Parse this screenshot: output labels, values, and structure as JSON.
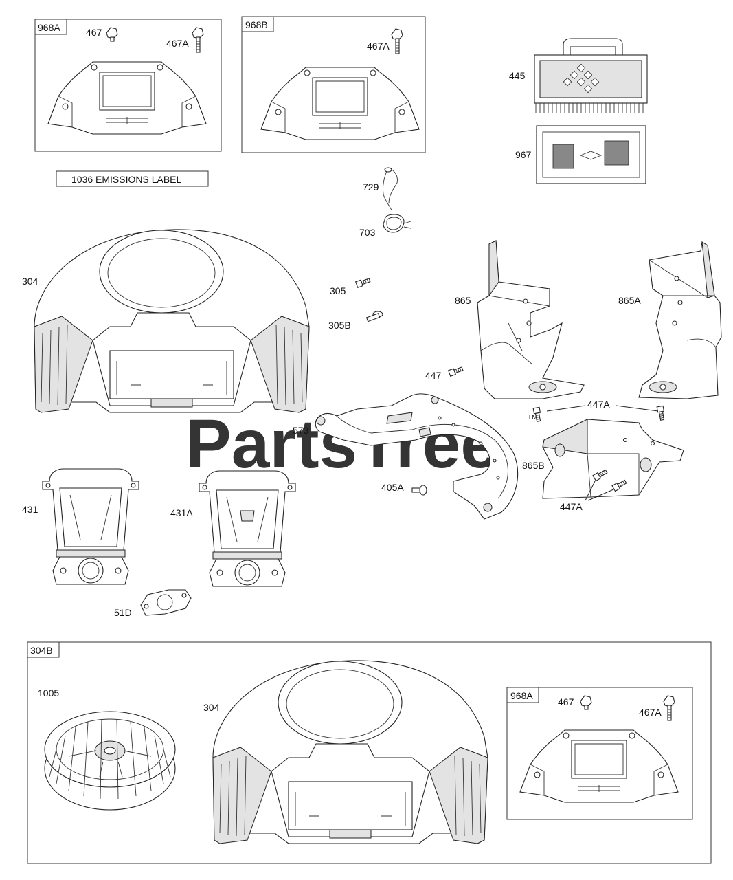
{
  "watermark": {
    "text": "PartsTree",
    "tm": "TM"
  },
  "boxes": {
    "top_left": {
      "title": "968A",
      "callouts": [
        "467",
        "467A"
      ]
    },
    "top_mid": {
      "title": "968B",
      "callouts": [
        "467A"
      ]
    },
    "bottom": {
      "title": "304B",
      "callouts": [
        "1005",
        "304"
      ]
    },
    "bottom_inner": {
      "title": "968A",
      "callouts": [
        "467",
        "467A"
      ]
    }
  },
  "emissions_label": "1036 EMISSIONS LABEL",
  "callouts": {
    "p445": "445",
    "p967": "967",
    "p729": "729",
    "p703": "703",
    "p304": "304",
    "p305": "305",
    "p305B": "305B",
    "p865": "865",
    "p865A": "865A",
    "p447": "447",
    "p447A_top": "447A",
    "p573": "573",
    "p865B": "865B",
    "p405A": "405A",
    "p447A_bottom": "447A",
    "p431": "431",
    "p431A": "431A",
    "p51D": "51D"
  }
}
